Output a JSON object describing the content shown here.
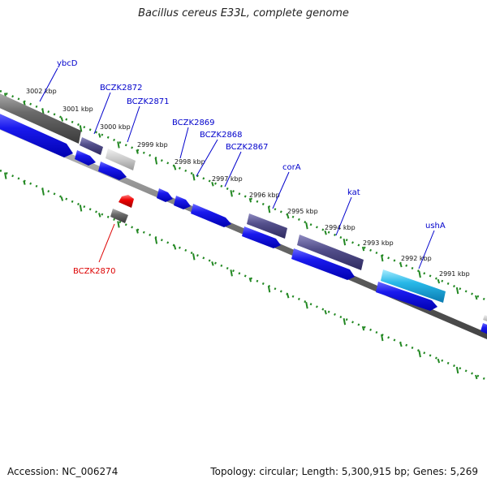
{
  "title": "Bacillus cereus E33L, complete genome",
  "footer": {
    "accession": "Accession: NC_006274",
    "summary": "Topology: circular; Length: 5,300,915 bp; Genes: 5,269"
  },
  "ruler_labels": [
    "3002 kbp",
    "3001 kbp",
    "3000 kbp",
    "2999 kbp",
    "2998 kbp",
    "2997 kbp",
    "2996 kbp",
    "2995 kbp",
    "2994 kbp",
    "2993 kbp",
    "2992 kbp",
    "2991 kbp"
  ],
  "gene_labels": {
    "ybcD": "ybcD",
    "BCZK2872": "BCZK2872",
    "BCZK2871": "BCZK2871",
    "BCZK2869": "BCZK2869",
    "BCZK2868": "BCZK2868",
    "BCZK2867": "BCZK2867",
    "corA": "corA",
    "kat": "kat",
    "ushA": "ushA",
    "BCZK2870": "BCZK2870"
  },
  "colors": {
    "cds_blue": "#1010e8",
    "feature_purple": "#54508c",
    "feature_gray": "#777777",
    "feature_lightgray": "#c8c8c8",
    "feature_cyan": "#28b8e8",
    "feature_red": "#ee0000",
    "ruler_green": "#228822",
    "label_blue": "#0000cc",
    "label_red": "#dd0000"
  }
}
